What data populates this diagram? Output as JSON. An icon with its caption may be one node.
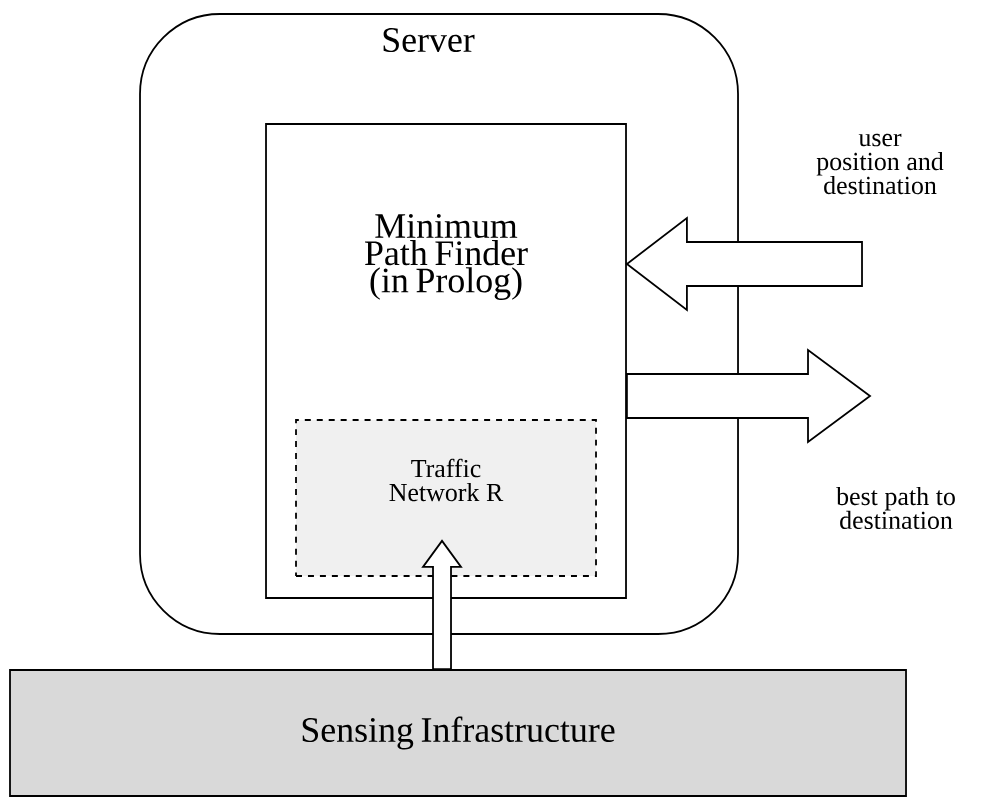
{
  "diagram": {
    "nodes": [
      {
        "text": [
          "Server"
        ]
      },
      {
        "text": [
          "Minimum Path Finder (in Prolog)"
        ],
        "in": 0
      },
      {
        "text": [
          "Traffic Network R"
        ],
        "in": 1
      },
      {
        "text": [
          "Sensing Infrastructure"
        ]
      }
    ],
    "edges": [
      {
        "from": null,
        "to": 1,
        "arrow": "to",
        "label": "user position and destination"
      },
      {
        "from": 1,
        "to": null,
        "arrow": "to",
        "label": "best path to destination"
      },
      {
        "from": 3,
        "to": 2,
        "arrow": "to"
      }
    ]
  }
}
